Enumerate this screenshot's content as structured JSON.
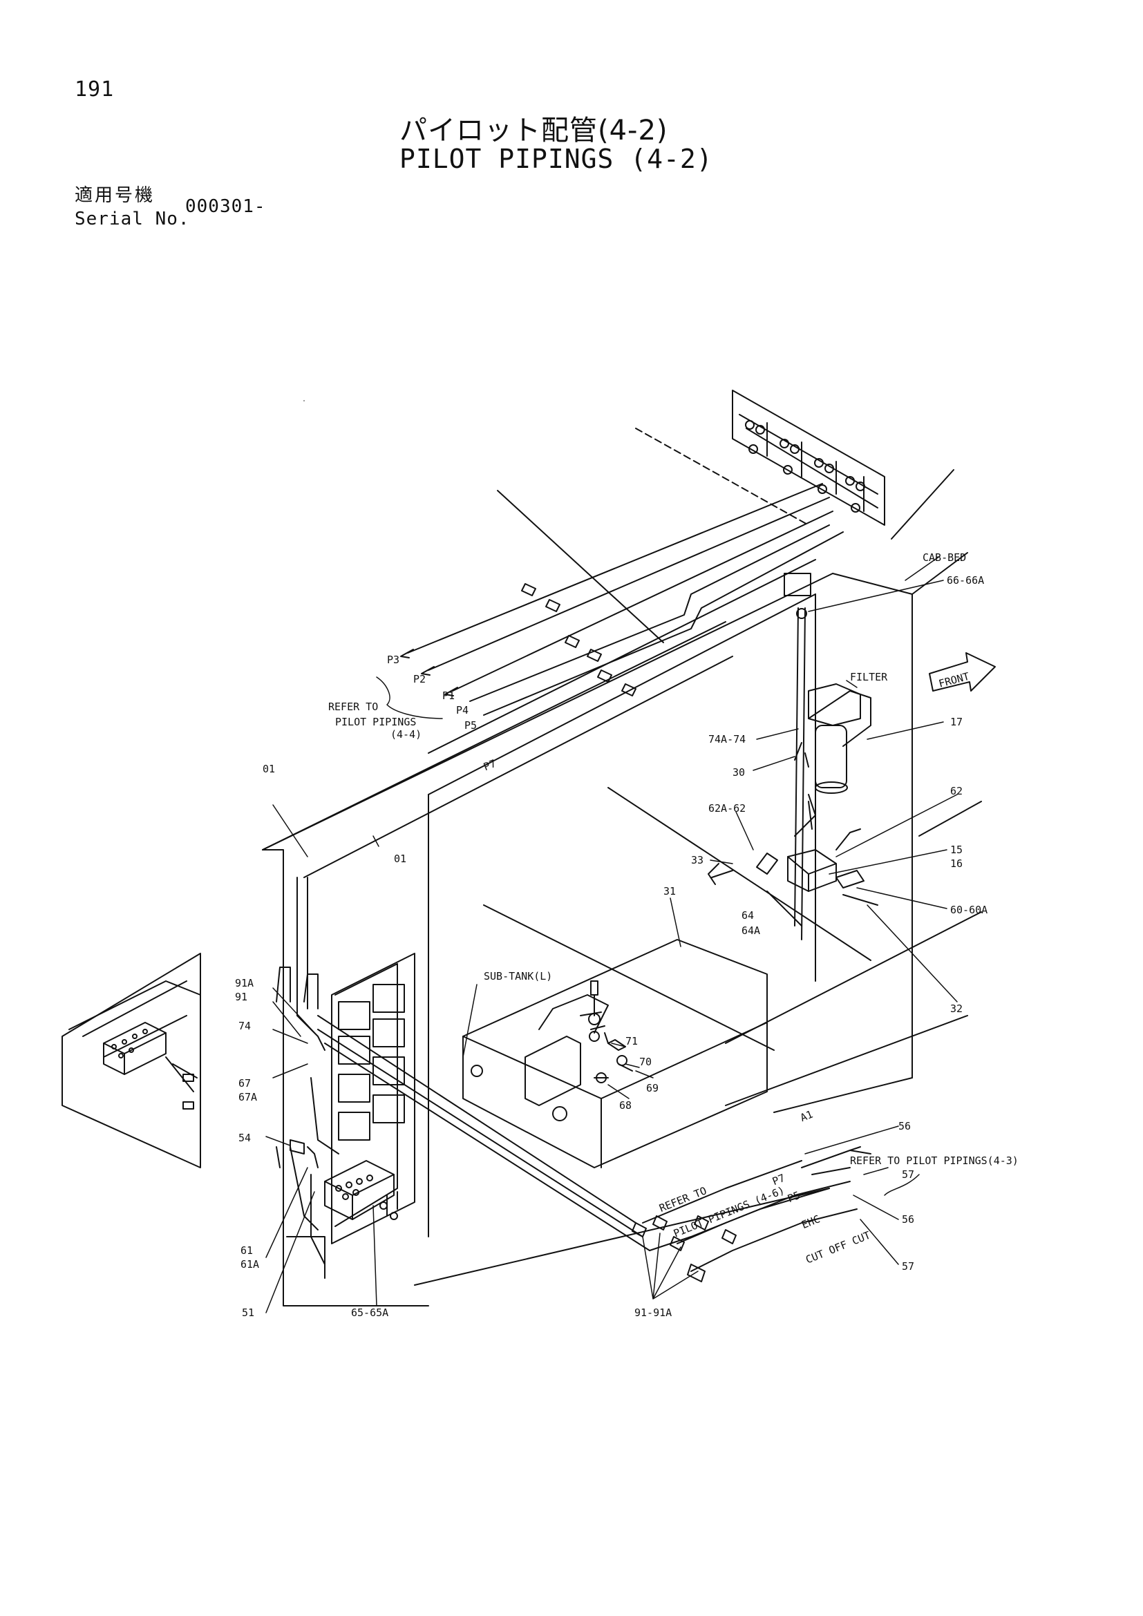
{
  "header": {
    "page_number": "191",
    "title_jp": "パイロット配管(4-2)",
    "title_en": "PILOT PIPINGS (4-2)",
    "serial_label_jp": "適用号機",
    "serial_label_en": "Serial No.",
    "serial_value": "000301-"
  },
  "labels": {
    "cab_bed": "CAB-BED",
    "l_66": "66-66A",
    "filter": "FILTER",
    "front": "FRONT",
    "l_17": "17",
    "l_74": "74A-74",
    "l_30": "30",
    "l_62": "62",
    "l_62a": "62A-62",
    "l_33": "33",
    "l_15": "15",
    "l_16": "16",
    "l_60": "60-60A",
    "l_31": "31",
    "l_64": "64",
    "l_64a": "64A",
    "l_32": "32",
    "p3": "P3",
    "p2": "P2",
    "p1": "P1",
    "p4": "P4",
    "p5": "P5",
    "refer_44_a": "REFER TO",
    "refer_44_b": "PILOT PIPINGS",
    "refer_44_c": "(4-4)",
    "p7_top": "P7",
    "l_01a": "01",
    "l_01b": "01",
    "sub_tank": "SUB-TANK(L)",
    "l_71": "71",
    "l_70": "70",
    "l_69": "69",
    "l_68": "68",
    "l_91a": "91A",
    "l_91": "91",
    "l_74b": "74",
    "l_67": "67",
    "l_67a": "67A",
    "l_54": "54",
    "l_61": "61",
    "l_61a": "61A",
    "l_51": "51",
    "l_65": "65-65A",
    "l_9191a": "91-91A",
    "a1": "A1",
    "refer_46_a": "REFER TO",
    "refer_46_b": "PILOT PIPINGS (4-6)",
    "l_56a": "56",
    "refer_43": "REFER TO PILOT PIPINGS(4-3)",
    "p7_b": "P7",
    "p5_b": "P5",
    "l_57a": "57",
    "ehc": "EHC",
    "l_56b": "56",
    "cutoff": "CUT OFF CUT",
    "l_57b": "57"
  }
}
